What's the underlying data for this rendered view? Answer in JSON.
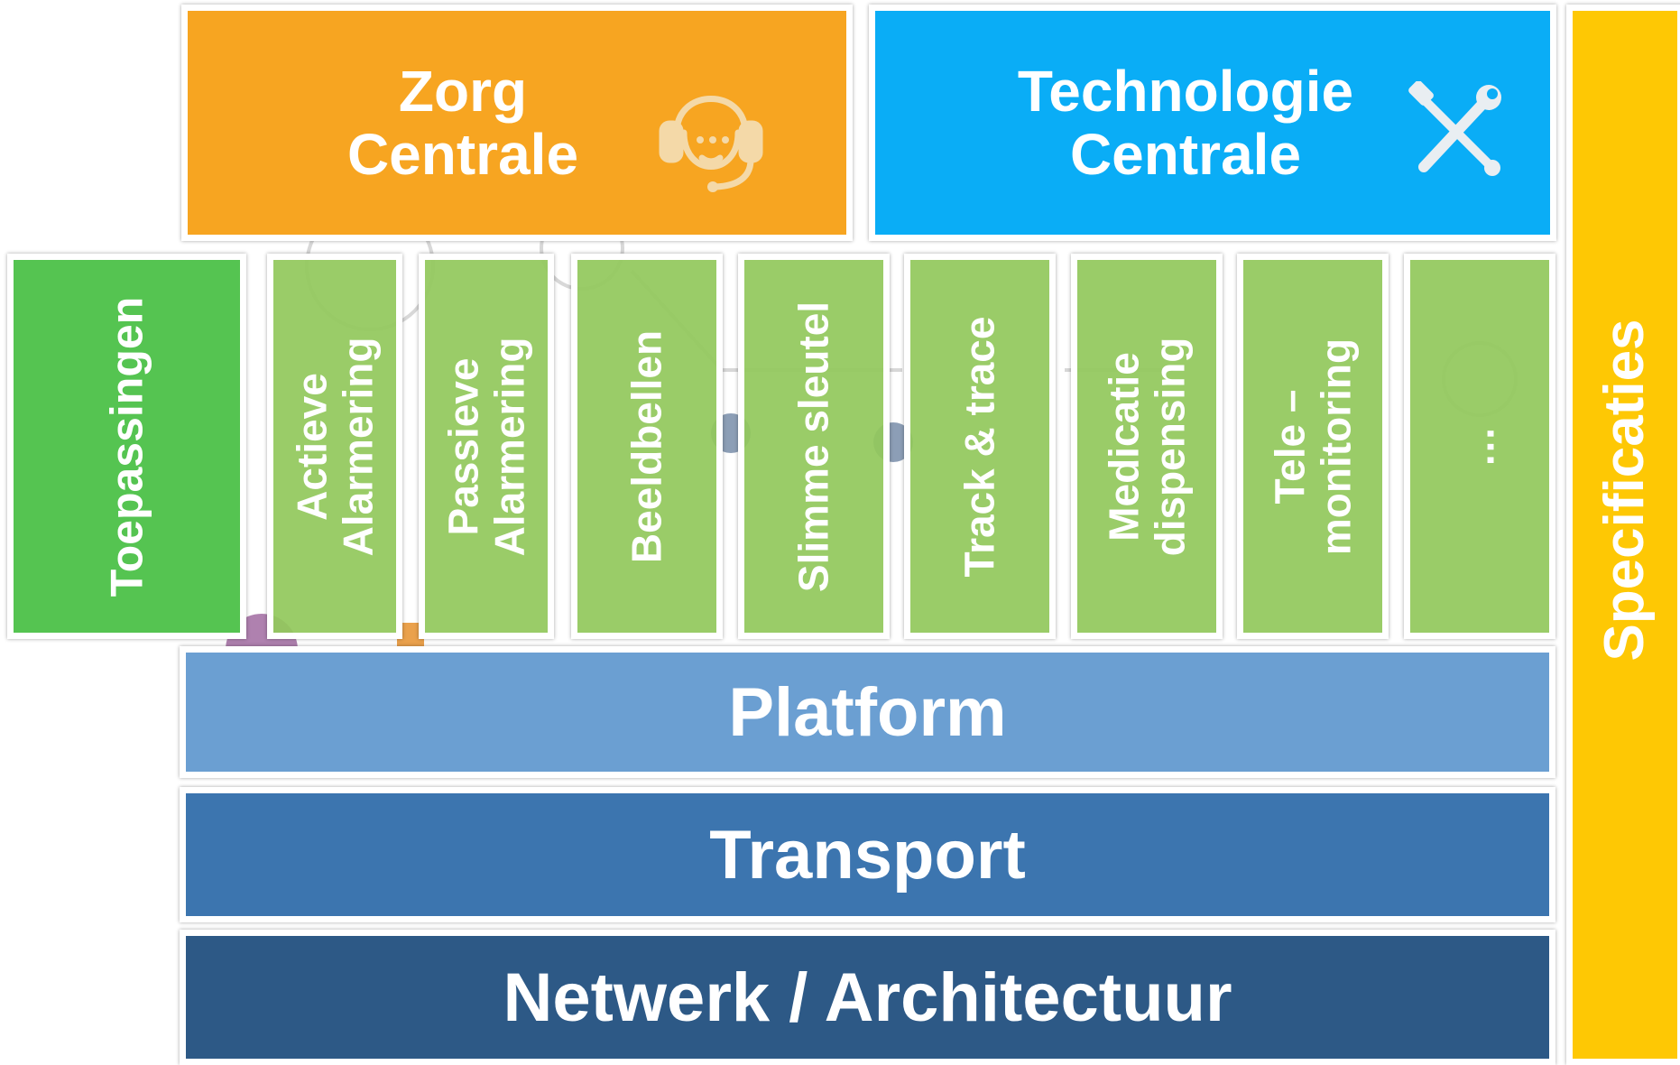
{
  "zorg": {
    "line1": "Zorg",
    "line2": "Centrale",
    "icon": "headset-icon",
    "color": "#F7A521"
  },
  "technologie": {
    "line1": "Technologie",
    "line2": "Centrale",
    "icon": "tools-icon",
    "color": "#0AADF6"
  },
  "toepassingen": {
    "label": "Toepassingen",
    "color": "#55C451"
  },
  "apps": [
    {
      "lines": [
        "Actieve",
        "Alarmering"
      ]
    },
    {
      "lines": [
        "Passieve",
        "Alarmering"
      ]
    },
    {
      "lines": [
        "Beeldbellen"
      ]
    },
    {
      "lines": [
        "Slimme sleutel"
      ]
    },
    {
      "lines": [
        "Track & trace"
      ]
    },
    {
      "lines": [
        "Medicatie",
        "dispensing"
      ]
    },
    {
      "lines": [
        "Tele –",
        "monitoring"
      ]
    },
    {
      "lines": [
        "…"
      ]
    }
  ],
  "app_color": "#92C85C",
  "platform": {
    "label": "Platform",
    "color": "#6B9FD2"
  },
  "transport": {
    "label": "Transport",
    "color": "#3C75AF"
  },
  "netwerk": {
    "label": "Netwerk / Architectuur",
    "color": "#2D5986"
  },
  "specificaties": {
    "label": "Specificaties",
    "color": "#FEC804"
  }
}
